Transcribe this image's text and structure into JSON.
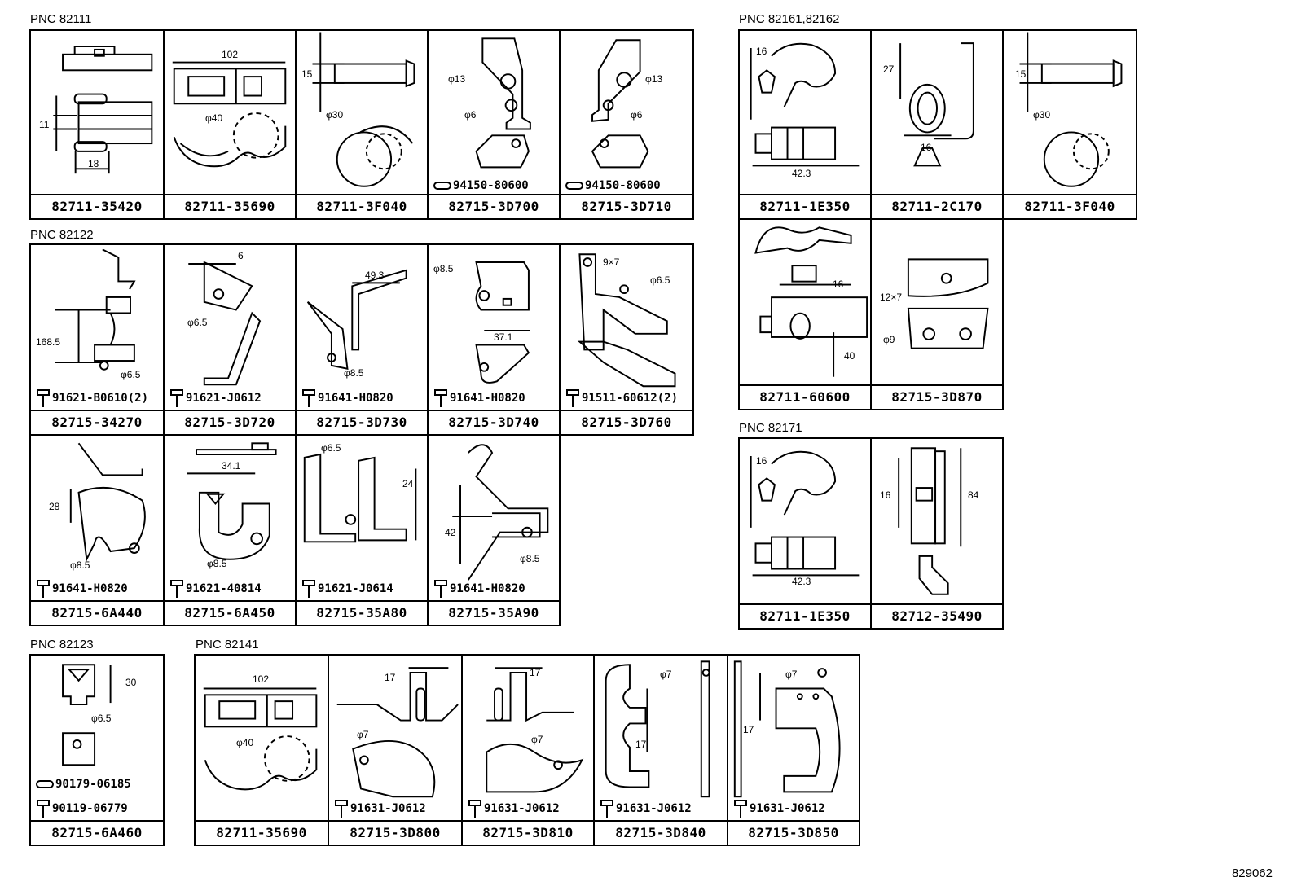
{
  "sections": {
    "s82111": "PNC 82111",
    "s82122": "PNC 82122",
    "s82123": "PNC 82123",
    "s82141": "PNC 82141",
    "s82161": "PNC 82161,82162",
    "s82171": "PNC 82171"
  },
  "parts": {
    "p1": "82711-35420",
    "p2": "82711-35690",
    "p3": "82711-3F040",
    "p4": "82715-3D700",
    "p5": "82715-3D710",
    "p6": "82715-34270",
    "p7": "82715-3D720",
    "p8": "82715-3D730",
    "p9": "82715-3D740",
    "p10": "82715-3D760",
    "p11": "82715-6A440",
    "p12": "82715-6A450",
    "p13": "82715-35A80",
    "p14": "82715-35A90",
    "p15": "82715-6A460",
    "p16": "82711-35690",
    "p17": "82715-3D800",
    "p18": "82715-3D810",
    "p19": "82715-3D840",
    "p20": "82715-3D850",
    "p21": "82711-1E350",
    "p22": "82711-2C170",
    "p23": "82711-3F040",
    "p24": "82711-60600",
    "p25": "82715-3D870",
    "p26": "82711-1E350",
    "p27": "82712-35490"
  },
  "fasteners": {
    "f4": "94150-80600",
    "f5": "94150-80600",
    "f6": "91621-B0610(2)",
    "f7": "91621-J0612",
    "f8": "91641-H0820",
    "f9": "91641-H0820",
    "f10": "91511-60612(2)",
    "f11": "91641-H0820",
    "f12": "91621-40814",
    "f13": "91621-J0614",
    "f14": "91641-H0820",
    "f15a": "90179-06185",
    "f15b": "90119-06779",
    "f17": "91631-J0612",
    "f18": "91631-J0612",
    "f19": "91631-J0612",
    "f20": "91631-J0612"
  },
  "dims": {
    "d1": "11",
    "d2": "18",
    "d3": "102",
    "d4": "φ40",
    "d5": "15",
    "d6": "φ30",
    "d7": "φ13",
    "d8": "φ6",
    "d9": "φ13",
    "d10": "φ6",
    "d11": "168.5",
    "d12": "φ6.5",
    "d13": "6",
    "d14": "φ6.5",
    "d15": "49.3",
    "d16": "φ8.5",
    "d17": "φ8.5",
    "d18": "37.1",
    "d19": "9×7",
    "d20": "φ6.5",
    "d21": "28",
    "d22": "φ8.5",
    "d23": "34.1",
    "d24": "φ8.5",
    "d25": "φ6.5",
    "d26": "24",
    "d27": "42",
    "d28": "φ8.5",
    "d29": "30",
    "d30": "φ6.5",
    "d31": "102",
    "d32": "φ40",
    "d33": "17",
    "d34": "φ7",
    "d35": "17",
    "d36": "φ7",
    "d37": "φ7",
    "d38": "17",
    "d39": "φ7",
    "d40": "17",
    "d41": "16",
    "d42": "42.3",
    "d43": "27",
    "d44": "16",
    "d45": "15",
    "d46": "φ30",
    "d47": "16",
    "d48": "40",
    "d49": "12×7",
    "d50": "φ9",
    "d51": "16",
    "d52": "42.3",
    "d53": "16",
    "d54": "84"
  },
  "figure_code": "829062"
}
